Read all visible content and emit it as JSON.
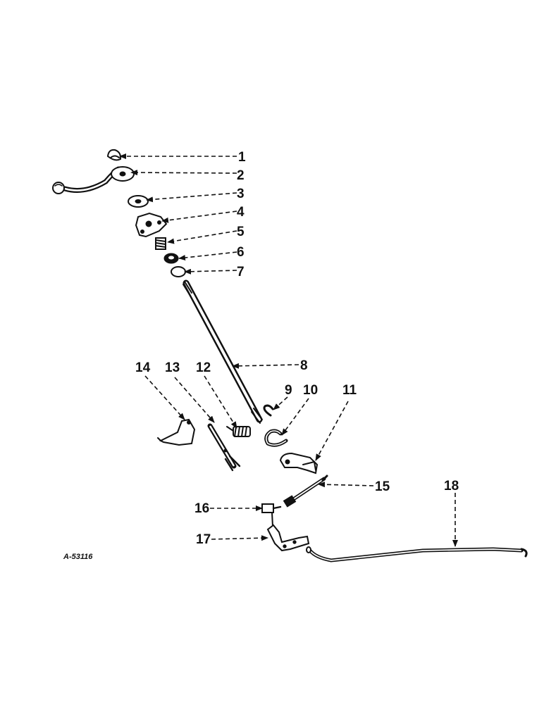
{
  "figure": {
    "reference_code": "A-53116",
    "callouts": [
      "1",
      "2",
      "3",
      "4",
      "5",
      "6",
      "7",
      "8",
      "9",
      "10",
      "11",
      "12",
      "13",
      "14",
      "15",
      "16",
      "17",
      "18"
    ]
  }
}
